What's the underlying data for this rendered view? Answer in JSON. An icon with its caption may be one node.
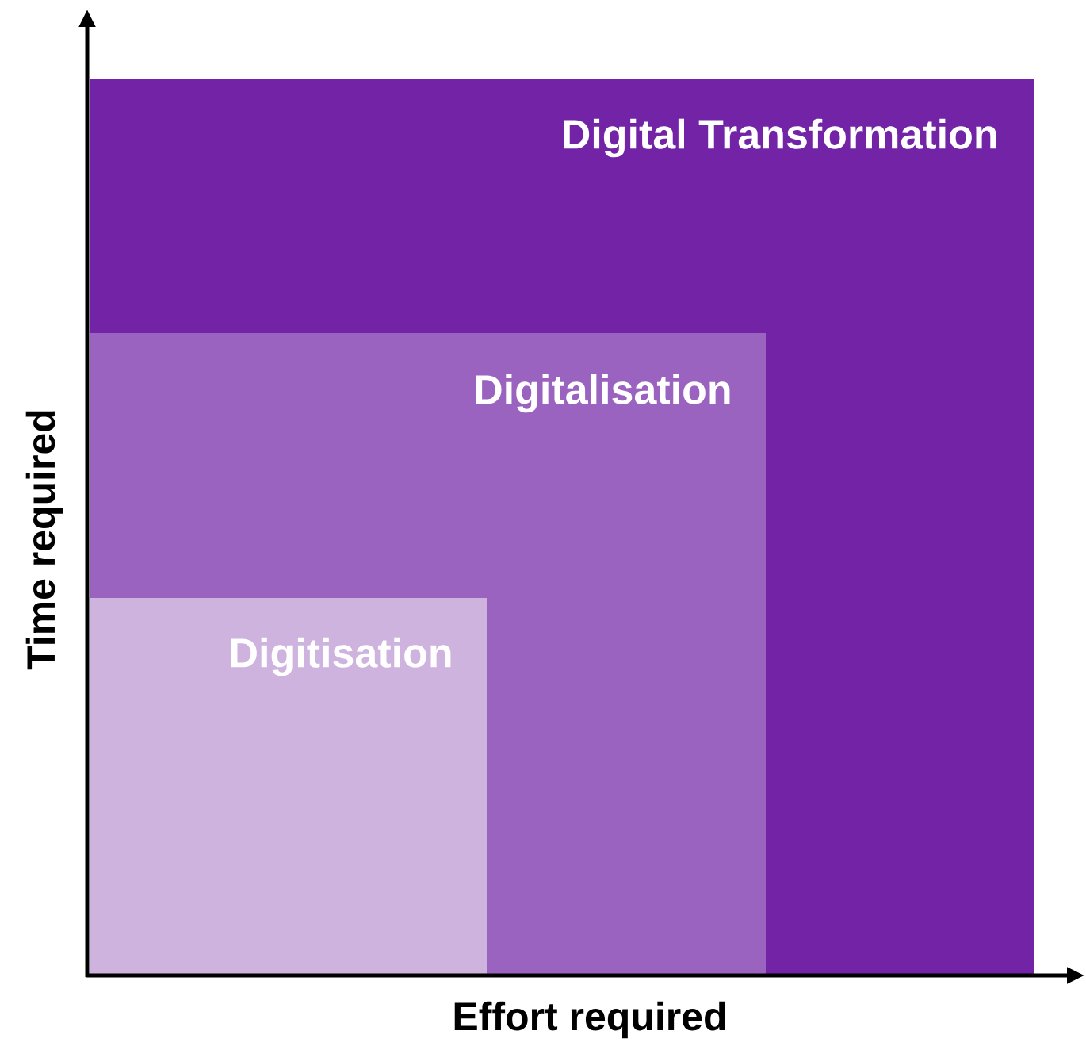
{
  "diagram": {
    "nodes": [
      {
        "text": [
          "Digital Transformation"
        ]
      },
      {
        "text": [
          "Digitalisation"
        ],
        "in": 0
      },
      {
        "text": [
          "Digitisation"
        ],
        "in": 1
      }
    ],
    "labels": [
      "Time required",
      "Effort required"
    ]
  }
}
